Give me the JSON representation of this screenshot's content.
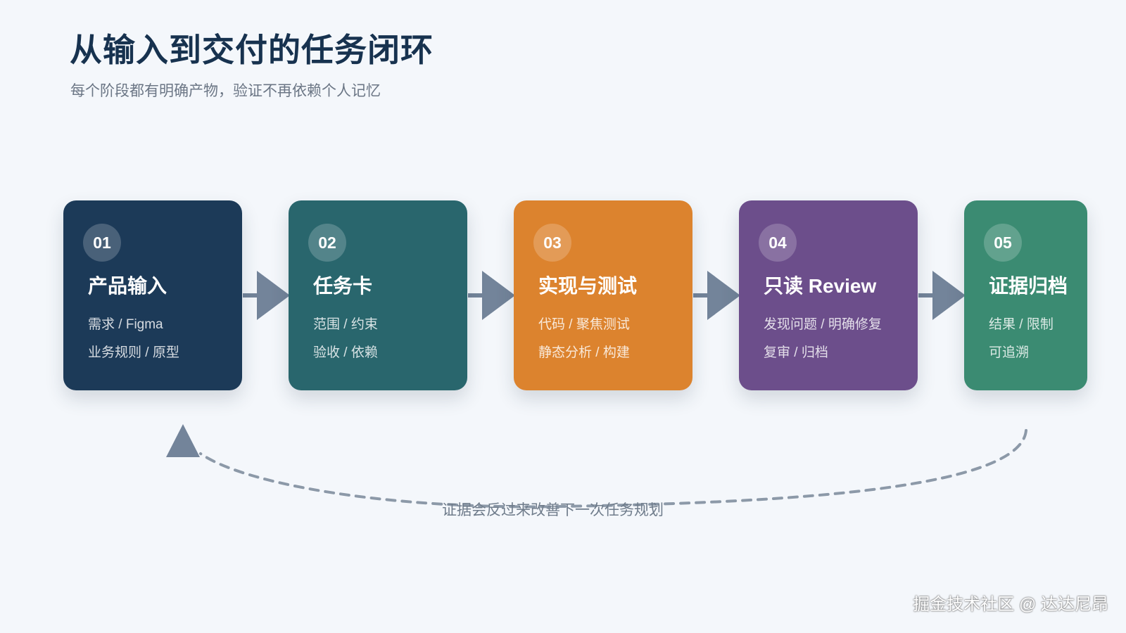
{
  "page": {
    "title": "从输入到交付的任务闭环",
    "subtitle": "每个阶段都有明确产物，验证不再依赖个人记忆"
  },
  "steps": [
    {
      "number": "01",
      "title": "产品输入",
      "lines": [
        "需求 / Figma",
        "业务规则 / 原型"
      ],
      "color": "#1c3a58"
    },
    {
      "number": "02",
      "title": "任务卡",
      "lines": [
        "范围 / 约束",
        "验收 / 依赖"
      ],
      "color": "#29666d"
    },
    {
      "number": "03",
      "title": "实现与测试",
      "lines": [
        "代码 / 聚焦测试",
        "静态分析 / 构建"
      ],
      "color": "#dc832e"
    },
    {
      "number": "04",
      "title": "只读 Review",
      "lines": [
        "发现问题 / 明确修复",
        "复审 / 归档"
      ],
      "color": "#6c4e8b"
    },
    {
      "number": "05",
      "title": "证据归档",
      "lines": [
        "结果 / 限制",
        "可追溯"
      ],
      "color": "#3b8b72"
    }
  ],
  "feedback": {
    "label": "证据会反过来改善下一次任务规划"
  },
  "footer": {
    "watermark": "掘金技术社区 @ 达达尼昂"
  },
  "colors": {
    "background": "#f4f7fb",
    "connector": "#73849a",
    "title": "#17324f",
    "subtitle": "#6b7685"
  },
  "icons": {
    "flow_arrows": "right-arrow-icon",
    "feedback_arrow": "up-arrow-icon"
  }
}
